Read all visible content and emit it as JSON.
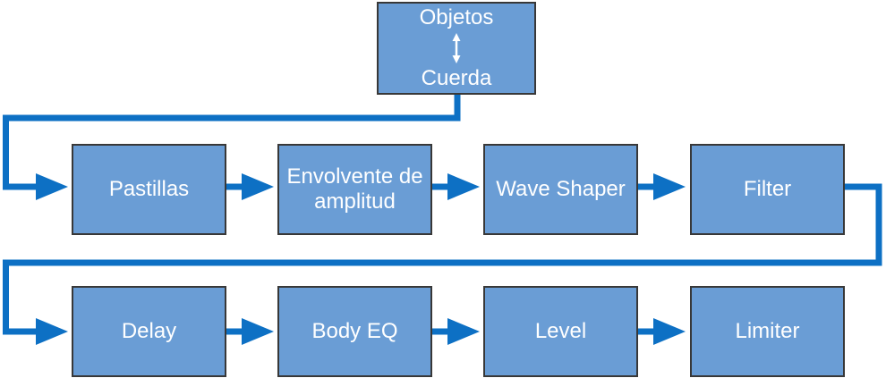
{
  "colors": {
    "box_fill": "#6A9DD5",
    "box_border": "#383838",
    "connector_blue": "#0D70C4",
    "box_text": "#FFFFFF",
    "background": "#FFFFFF"
  },
  "source_box": {
    "top_label": "Objetos",
    "bottom_label": "Cuerda",
    "icon": "vertical-double-arrow-icon"
  },
  "row1": [
    {
      "label": "Pastillas"
    },
    {
      "label": "Envolvente de amplitud"
    },
    {
      "label": "Wave Shaper"
    },
    {
      "label": "Filter"
    }
  ],
  "row2": [
    {
      "label": "Delay"
    },
    {
      "label": "Body EQ"
    },
    {
      "label": "Level"
    },
    {
      "label": "Limiter"
    }
  ]
}
